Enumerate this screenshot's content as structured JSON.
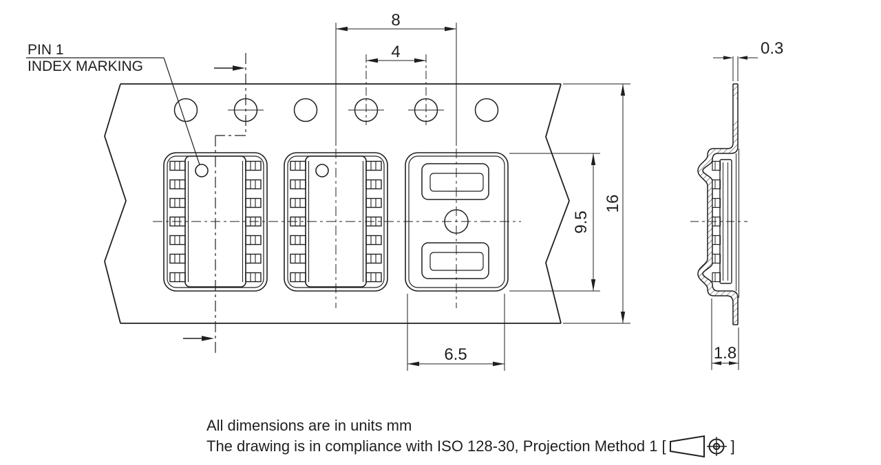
{
  "drawing": {
    "callout": {
      "line1": "PIN 1",
      "line2": "INDEX MARKING"
    },
    "dimensions": {
      "pocket_pitch": "8",
      "sprocket_hole_pitch": "4",
      "tape_width": "16",
      "pocket_length": "9.5",
      "pocket_width": "6.5",
      "tape_thickness": "0.3",
      "pocket_depth": "1.8"
    },
    "notes": {
      "line1": "All dimensions are in units mm",
      "line2_prefix": "The drawing is in compliance with ISO 128-30, Projection Method 1 [",
      "line2_suffix": "]"
    },
    "colors": {
      "line": "#1f1f1f",
      "background": "#ffffff"
    }
  }
}
